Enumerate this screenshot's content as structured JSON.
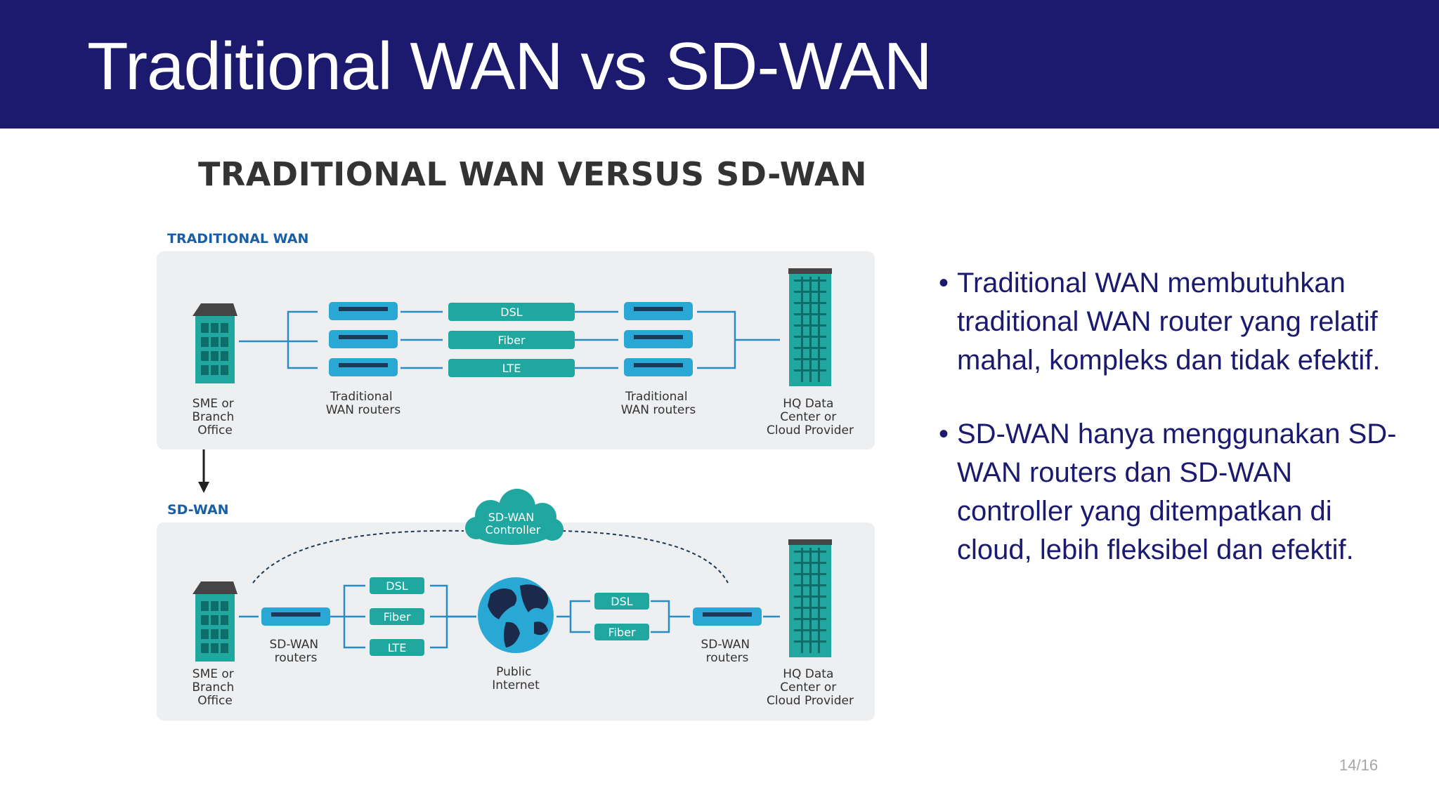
{
  "slide": {
    "title": "Traditional WAN vs SD-WAN",
    "page_number": "14/16"
  },
  "figure": {
    "heading": "TRADITIONAL WAN VERSUS SD-WAN",
    "traditional": {
      "section_label": "TRADITIONAL WAN",
      "site_label": [
        "SME or",
        "Branch",
        "Office"
      ],
      "router_label_left": [
        "Traditional",
        "WAN routers"
      ],
      "router_label_right": [
        "Traditional",
        "WAN routers"
      ],
      "links": [
        "DSL",
        "Fiber",
        "LTE"
      ],
      "hq_label": [
        "HQ Data",
        "Center or",
        "Cloud Provider"
      ]
    },
    "sdwan": {
      "section_label": "SD-WAN",
      "controller_label": [
        "SD-WAN",
        "Controller"
      ],
      "site_label": [
        "SME or",
        "Branch",
        "Office"
      ],
      "router_label_left": [
        "SD-WAN",
        "routers"
      ],
      "router_label_right": [
        "SD-WAN",
        "routers"
      ],
      "links_left": [
        "DSL",
        "Fiber",
        "LTE"
      ],
      "links_right": [
        "DSL",
        "Fiber"
      ],
      "internet_label": [
        "Public",
        "Internet"
      ],
      "hq_label": [
        "HQ Data",
        "Center or",
        "Cloud Provider"
      ]
    }
  },
  "bullets": [
    {
      "marker": "•",
      "text": "Traditional WAN membutuhkan traditional WAN router yang relatif mahal, kompleks dan tidak efektif."
    },
    {
      "marker": "•",
      "text": "SD-WAN hanya menggunakan SD-WAN routers dan SD-WAN controller yang ditempatkan di cloud, lebih fleksibel dan efektif."
    }
  ],
  "colors": {
    "header_bg": "#1b1a6e",
    "bullet_text": "#1b1a6e",
    "teal": "#1fa7a0",
    "router_blue": "#29a8d6",
    "panel_bg": "#eeeff1",
    "section_label": "#1a5fa6"
  }
}
